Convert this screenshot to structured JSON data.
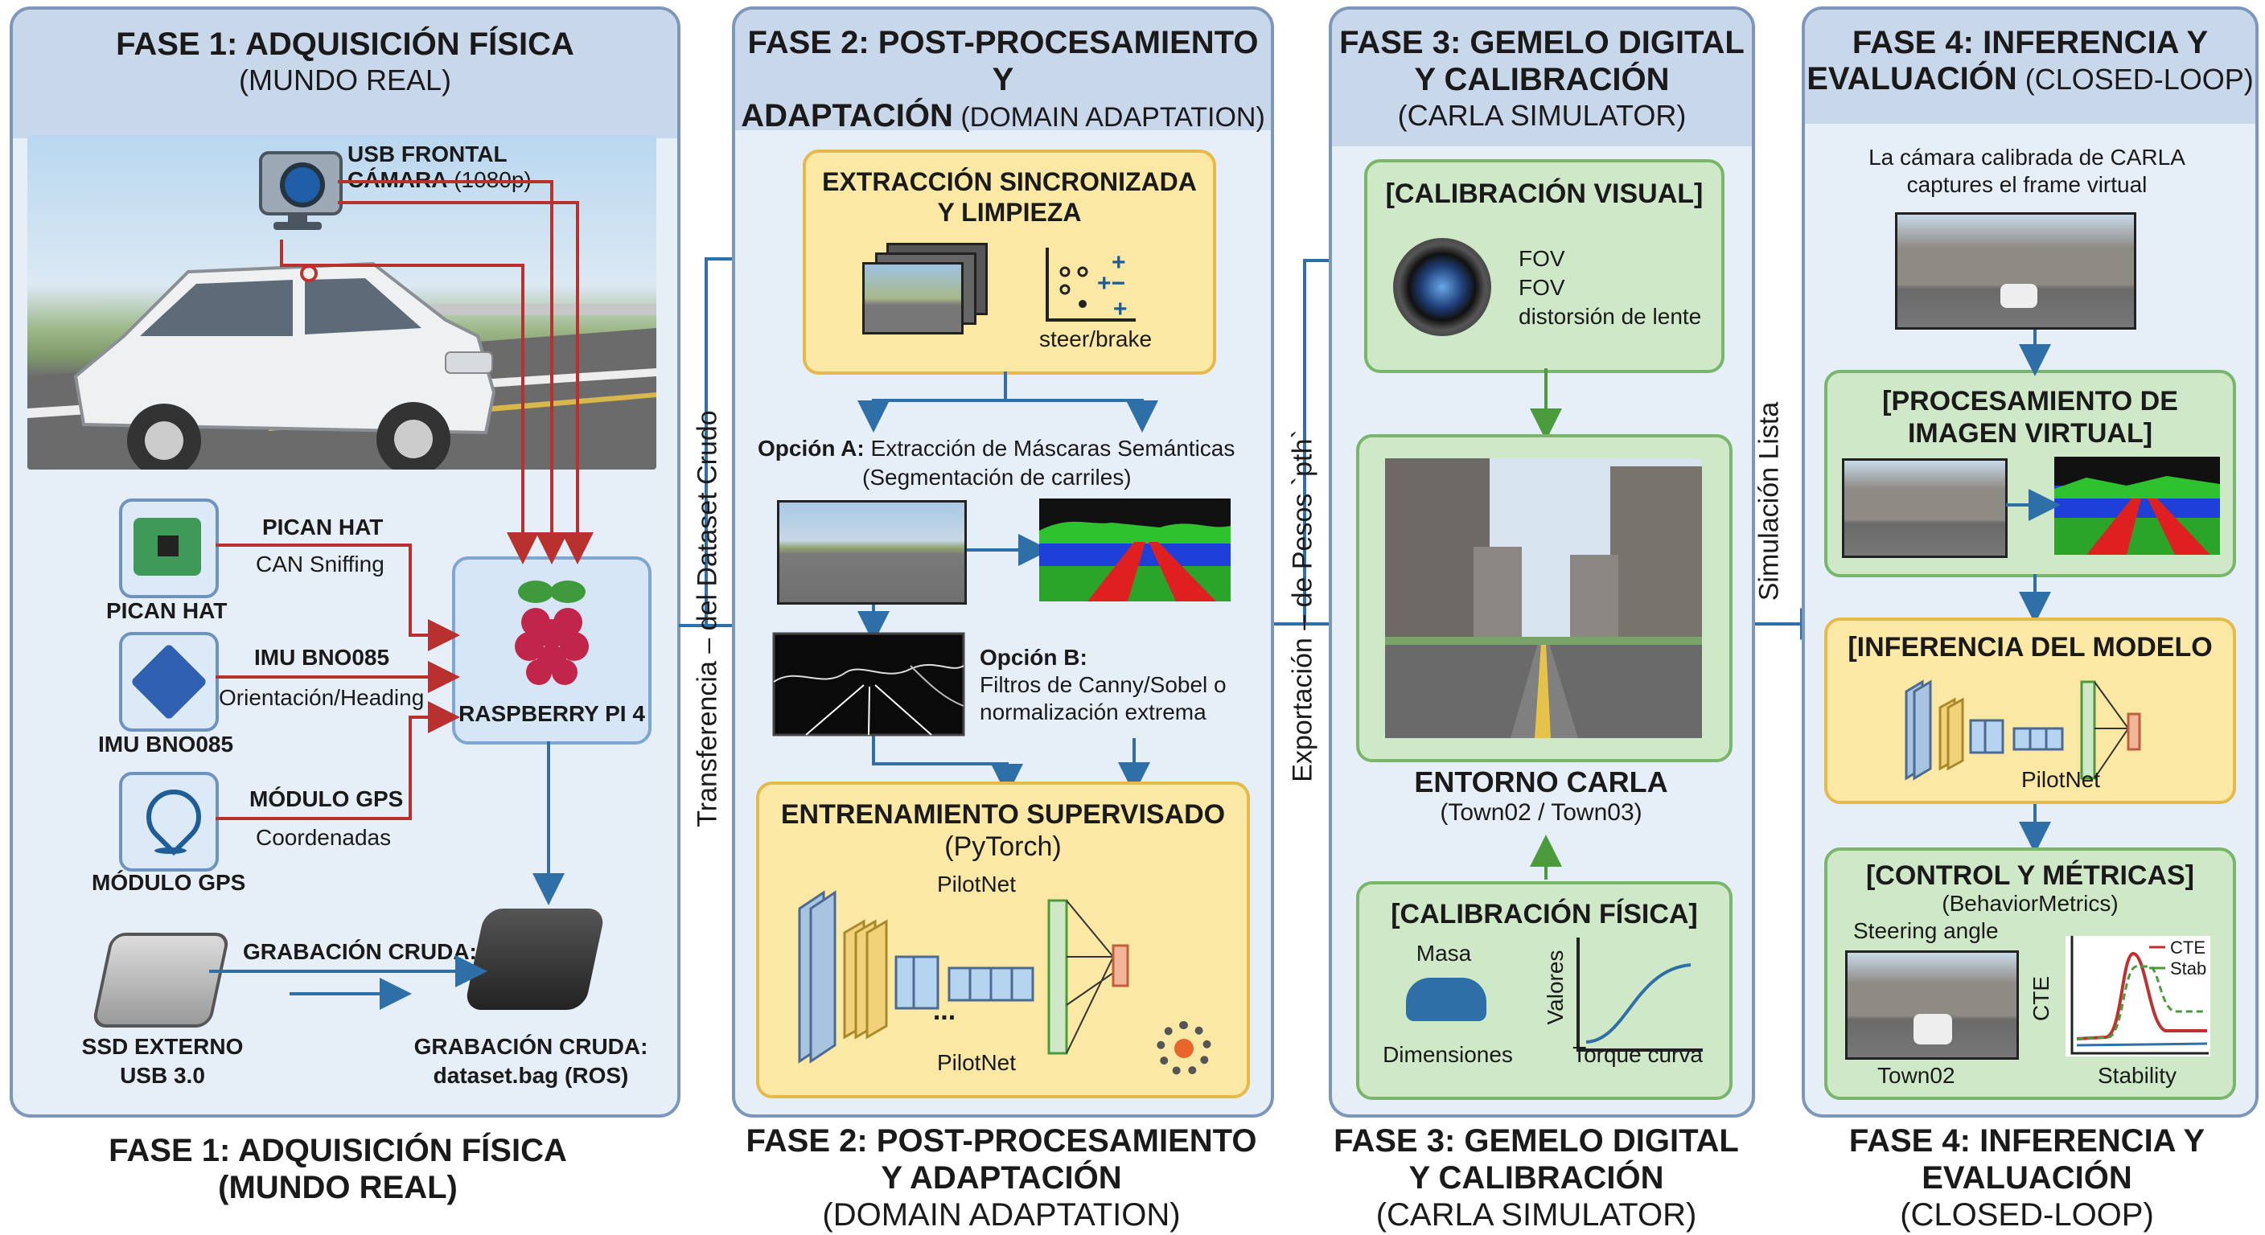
{
  "phase1": {
    "title": "FASE 1: ADQUISICIÓN FÍSICA",
    "subtitle": "(MUNDO REAL)",
    "camera_label_1": "USB FRONTAL",
    "camera_label_2": "CÁMARA",
    "camera_label_3": " (1080p)",
    "pican_tile": "PICAN HAT",
    "pican_arrow_title": "PICAN HAT",
    "pican_arrow_sub": "CAN Sniffing",
    "imu_tile": "IMU BNO085",
    "imu_arrow_title": "IMU BNO085",
    "imu_arrow_sub": "Orientación/Heading",
    "gps_tile": "MÓDULO GPS",
    "gps_arrow_title": "MÓDULO GPS",
    "gps_arrow_sub": "Coordenadas",
    "rpi_label": "RASPBERRY PI 4",
    "ssd_label_1": "SSD EXTERNO",
    "ssd_label_2": "USB 3.0",
    "record_arrow_label": "GRABACIÓN CRUDA:",
    "record_label_1": "GRABACIÓN CRUDA:",
    "record_label_2": "dataset.bag (ROS)",
    "bottom_1": "FASE 1: ADQUISICIÓN FÍSICA",
    "bottom_2": "(MUNDO REAL)"
  },
  "connector1": "Transferencia – del Dataset Crudo",
  "phase2": {
    "title_1": "FASE 2: POST-PROCESAMIENTO Y",
    "title_2": "ADAPTACIÓN",
    "title_3": " (DOMAIN ADAPTATION)",
    "extract_title_1": "EXTRACCIÓN SINCRONIZADA",
    "extract_title_2": "Y LIMPIEZA",
    "steer_label": "steer/brake",
    "optA_bold": "Opción A:",
    "optA_text": " Extracción de Máscaras Semánticas",
    "optA_text2": "(Segmentación de carriles)",
    "optB_bold": "Opción B:",
    "optB_text": "Filtros de Canny/Sobel o",
    "optB_text2": "normalización extrema",
    "train_title": "ENTRENAMIENTO SUPERVISADO",
    "train_sub": "(PyTorch)",
    "pilotnet_top": "PilotNet",
    "dots": "...",
    "pilotnet_bottom": "PilotNet",
    "bottom_1": "FASE 2: POST-PROCESAMIENTO",
    "bottom_2": "Y ADAPTACIÓN",
    "bottom_3": "(DOMAIN ADAPTATION)"
  },
  "connector2": "Exportación – de Pesos `pth`",
  "phase3": {
    "title_1": "FASE 3: GEMELO DIGITAL",
    "title_2": "Y CALIBRACIÓN",
    "title_3": "(CARLA SIMULATOR)",
    "visual_title": "[CALIBRACIÓN VISUAL]",
    "fov_1": "FOV",
    "fov_2": "FOV",
    "distortion": "distorsión de lente",
    "env_title": "ENTORNO CARLA",
    "env_sub": "(Town02 / Town03)",
    "phys_title": "[CALIBRACIÓN FÍSICA]",
    "mass": "Masa",
    "dims": "Dimensiones",
    "values": "Valores",
    "torque": "Torque curva",
    "bottom_1": "FASE 3: GEMELO DIGITAL",
    "bottom_2": "Y CALIBRACIÓN",
    "bottom_3": "(CARLA SIMULATOR)"
  },
  "connector3": "Simulación Lista",
  "phase4": {
    "title_1": "FASE 4: INFERENCIA Y",
    "title_2": "EVALUACIÓN",
    "title_3": " (CLOSED-LOOP)",
    "cam_text_1": "La cámara calibrada de CARLA",
    "cam_text_2": "captures el frame virtual",
    "proc_title_1": "[PROCESAMIENTO DE",
    "proc_title_2": "IMAGEN VIRTUAL]",
    "infer_title": "[INFERENCIA DEL MODELO",
    "infer_model": "PilotNet",
    "ctrl_title": "[CONTROL Y MÉTRICAS]",
    "ctrl_sub": "(BehaviorMetrics)",
    "steering": "Steering angle",
    "town": "Town02",
    "legend_cte": "CTE",
    "legend_stab": "Stab",
    "axis_y": "CTE",
    "axis_x": "Stability",
    "bottom_1": "FASE 4: INFERENCIA Y",
    "bottom_2": "EVALUACIÓN",
    "bottom_3": "(CLOSED-LOOP)"
  },
  "colors": {
    "red_arrow": "#b8312f",
    "blue_arrow": "#2f6fa8",
    "green_arrow": "#4b9a3c"
  }
}
